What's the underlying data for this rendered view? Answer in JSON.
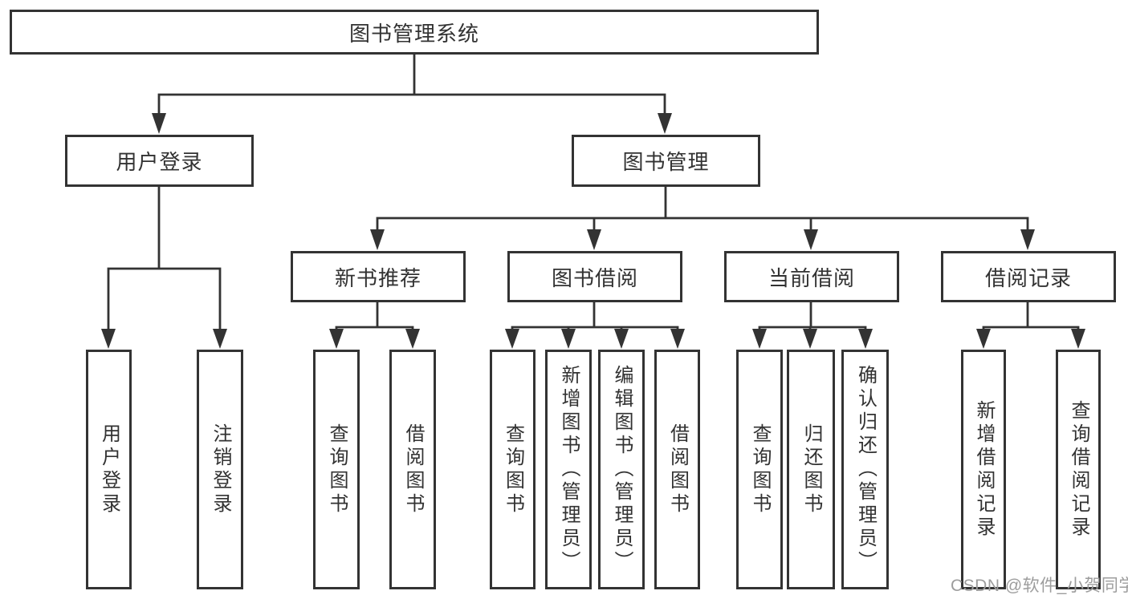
{
  "tree": {
    "label": "图书管理系统",
    "children": [
      {
        "label": "用户登录",
        "children": [
          {
            "label": "用户登录"
          },
          {
            "label": "注销登录"
          }
        ]
      },
      {
        "label": "图书管理",
        "children": [
          {
            "label": "新书推荐",
            "children": [
              {
                "label": "查询图书"
              },
              {
                "label": "借阅图书"
              }
            ]
          },
          {
            "label": "图书借阅",
            "children": [
              {
                "label": "查询图书"
              },
              {
                "label": "新增图书（管理员）"
              },
              {
                "label": "编辑图书（管理员）"
              },
              {
                "label": "借阅图书"
              }
            ]
          },
          {
            "label": "当前借阅",
            "children": [
              {
                "label": "查询图书"
              },
              {
                "label": "归还图书"
              },
              {
                "label": "确认归还（管理员）"
              }
            ]
          },
          {
            "label": "借阅记录",
            "children": [
              {
                "label": "新增借阅记录"
              },
              {
                "label": "查询借阅记录"
              }
            ]
          }
        ]
      }
    ]
  },
  "watermark": {
    "text": "CSDN @软件_小贺同学"
  },
  "colors": {
    "line": "#333333",
    "text": "#323232",
    "watermark": "#9d9d9d",
    "background": "#ffffff"
  }
}
